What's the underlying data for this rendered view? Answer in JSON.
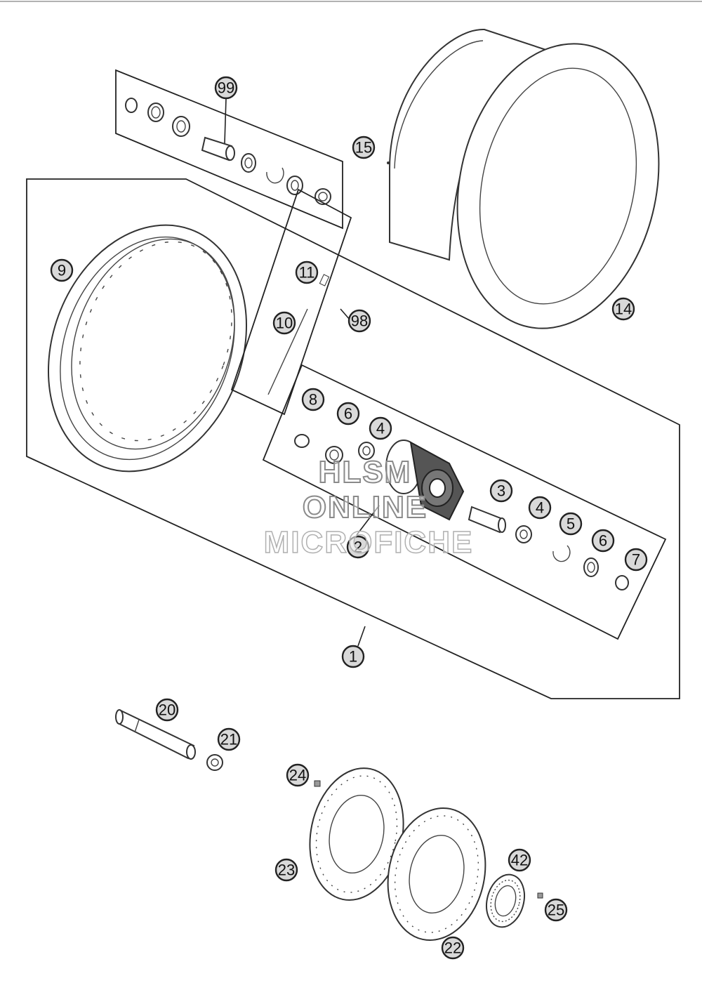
{
  "callouts": {
    "c1": "1",
    "c2": "2",
    "c3": "3",
    "c4a": "4",
    "c4b": "4",
    "c5": "5",
    "c6a": "6",
    "c6b": "6",
    "c7": "7",
    "c8": "8",
    "c9": "9",
    "c10": "10",
    "c11": "11",
    "c14": "14",
    "c15": "15",
    "c20": "20",
    "c21": "21",
    "c22": "22",
    "c23": "23",
    "c24": "24",
    "c25": "25",
    "c42": "42",
    "c98": "98",
    "c99": "99"
  },
  "watermark": {
    "line1": "HLSM",
    "line2": "ONLINE",
    "line3": "MICROFICHE"
  },
  "colors": {
    "line": "#222222",
    "callout_fill": "#d9d9d9",
    "background": "#ffffff"
  }
}
